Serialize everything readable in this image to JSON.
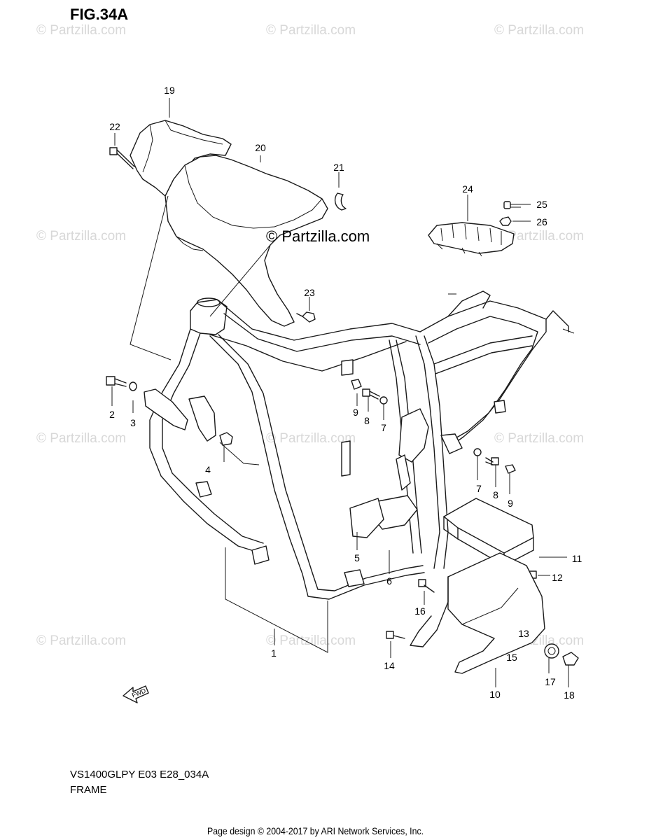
{
  "figure": {
    "title": "FIG.34A",
    "model_code": "VS1400GLPY E03 E28_034A",
    "section_name": "FRAME",
    "credit": "Page design © 2004-2017 by ARI Network Services, Inc.",
    "watermark_main": "© Partzilla.com",
    "watermark_faint": "© Partzilla.com",
    "direction_label": "FWD"
  },
  "callouts": [
    {
      "id": "c19",
      "label": "19"
    },
    {
      "id": "c22",
      "label": "22"
    },
    {
      "id": "c20",
      "label": "20"
    },
    {
      "id": "c21",
      "label": "21"
    },
    {
      "id": "c24",
      "label": "24"
    },
    {
      "id": "c25",
      "label": "25"
    },
    {
      "id": "c26",
      "label": "26"
    },
    {
      "id": "c23",
      "label": "23"
    },
    {
      "id": "c2",
      "label": "2"
    },
    {
      "id": "c3",
      "label": "3"
    },
    {
      "id": "c9a",
      "label": "9"
    },
    {
      "id": "c8a",
      "label": "8"
    },
    {
      "id": "c7a",
      "label": "7"
    },
    {
      "id": "c4",
      "label": "4"
    },
    {
      "id": "c7b",
      "label": "7"
    },
    {
      "id": "c8b",
      "label": "8"
    },
    {
      "id": "c9b",
      "label": "9"
    },
    {
      "id": "c5",
      "label": "5"
    },
    {
      "id": "c6",
      "label": "6"
    },
    {
      "id": "c11",
      "label": "11"
    },
    {
      "id": "c12",
      "label": "12"
    },
    {
      "id": "c16",
      "label": "16"
    },
    {
      "id": "c13",
      "label": "13"
    },
    {
      "id": "c1",
      "label": "1"
    },
    {
      "id": "c14",
      "label": "14"
    },
    {
      "id": "c15",
      "label": "15"
    },
    {
      "id": "c17",
      "label": "17"
    },
    {
      "id": "c10",
      "label": "10"
    },
    {
      "id": "c18",
      "label": "18"
    }
  ]
}
